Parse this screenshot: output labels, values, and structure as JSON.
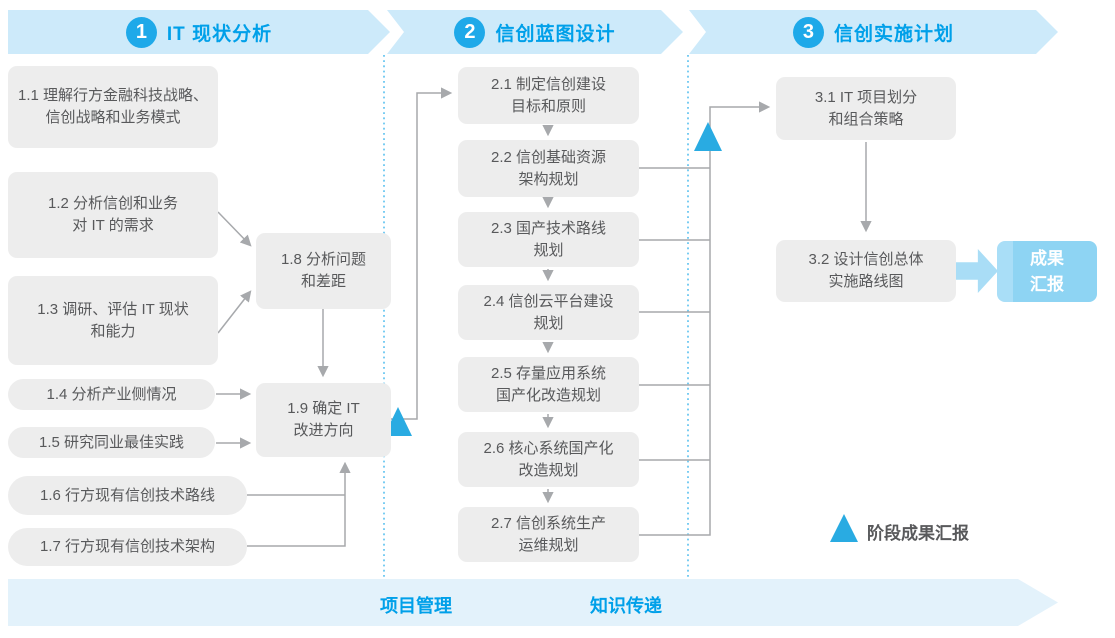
{
  "phases": [
    {
      "number": "1",
      "title": "IT 现状分析"
    },
    {
      "number": "2",
      "title": "信创蓝图设计"
    },
    {
      "number": "3",
      "title": "信创实施计划"
    }
  ],
  "boxes": {
    "b1_1": "1.1 理解行方金融科技战略、\n信创战略和业务模式",
    "b1_2": "1.2 分析信创和业务\n对 IT 的需求",
    "b1_3": "1.3 调研、评估 IT 现状\n和能力",
    "b1_4": "1.4 分析产业侧情况",
    "b1_5": "1.5 研究同业最佳实践",
    "b1_6": "1.6 行方现有信创技术路线",
    "b1_7": "1.7 行方现有信创技术架构",
    "b1_8": "1.8 分析问题\n和差距",
    "b1_9": "1.9 确定 IT\n改进方向",
    "b2_1": "2.1 制定信创建设\n目标和原则",
    "b2_2": "2.2 信创基础资源\n架构规划",
    "b2_3": "2.3 国产技术路线\n规划",
    "b2_4": "2.4 信创云平台建设\n规划",
    "b2_5": "2.5 存量应用系统\n国产化改造规划",
    "b2_6": "2.6 核心系统国产化\n改造规划",
    "b2_7": "2.7 信创系统生产\n运维规划",
    "b3_1": "3.1 IT 项目划分\n和组合策略",
    "b3_2": "3.2 设计信创总体\n实施路线图"
  },
  "result_box": "成果\n汇报",
  "legend": {
    "label": "阶段成果汇报"
  },
  "footer": {
    "left": "项目管理",
    "right": "知识传递"
  },
  "colors": {
    "banner_fill": "#cdeafa",
    "footer_fill": "#e3f2fb",
    "accent_blue": "#00a0e9",
    "circle_blue": "#1ea9e9",
    "triangle_blue": "#29abe2",
    "box_gray": "#ededed",
    "box_text": "#58595b",
    "line_gray": "#a7a9ac",
    "result_fill": "#8ed4f3",
    "result_arrow_fill": "#a9ddf6"
  }
}
